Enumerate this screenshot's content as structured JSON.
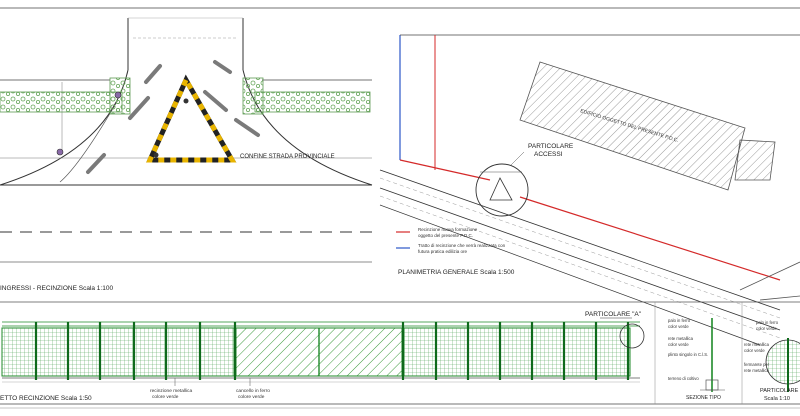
{
  "labels": {
    "confine": "CONFINE STRADA PROVINCIALE",
    "particolare_accessi_1": "PARTICOLARE",
    "particolare_accessi_2": "ACCESSI",
    "edificio": "EDIFICIO OGGETTO DEL PRESENTE P.D.C.",
    "legend_red_1": "Recinzione nuova formazione",
    "legend_red_2": "oggetto del presente P.D.C.",
    "legend_blue_1": "Tratto di recinzione che verrà realizzata con",
    "legend_blue_2": "futura pratica edilizia ore",
    "planimetria": "PLANIMETRIA GENERALE Scala 1:500",
    "ingressi": "INGRESSI - RECINZIONE Scala 1:100",
    "prospetto": "ETTO RECINZIONE Scala 1:50",
    "particolare_a": "PARTICOLARE \"A\"",
    "sezione_tipo": "SEZIONE TIPO",
    "particolare_scale": "PARTICOLARE",
    "scala_10": "Scala 1:10",
    "cancello_1": "cancello in ferro",
    "cancello_2": "colore verde",
    "recinzione_1": "recinzione metallica",
    "recinzione_2": "colore verde",
    "sec_1": "palo in ferro",
    "sec_2": "color verde",
    "sec_3": "rete metallica",
    "sec_4": "color verde",
    "sec_5": "plinto singolo in C.l.S.",
    "sec_6": "terreno di coltivo",
    "det_1": "palo in ferro",
    "det_2": "color verde",
    "det_3": "rete metallica",
    "det_4": "color verde",
    "det_5": "fermarete per",
    "det_6": "rete metallica"
  },
  "colors": {
    "fence_green": "#1f8a2a",
    "hedge_green": "#7bb86f",
    "hazard_yellow": "#e8b400",
    "fence_red": "#d42a2a",
    "fence_blue": "#2c56c8",
    "arrow_grey": "#7a7a7a",
    "building_grey": "#c8c8c8"
  }
}
